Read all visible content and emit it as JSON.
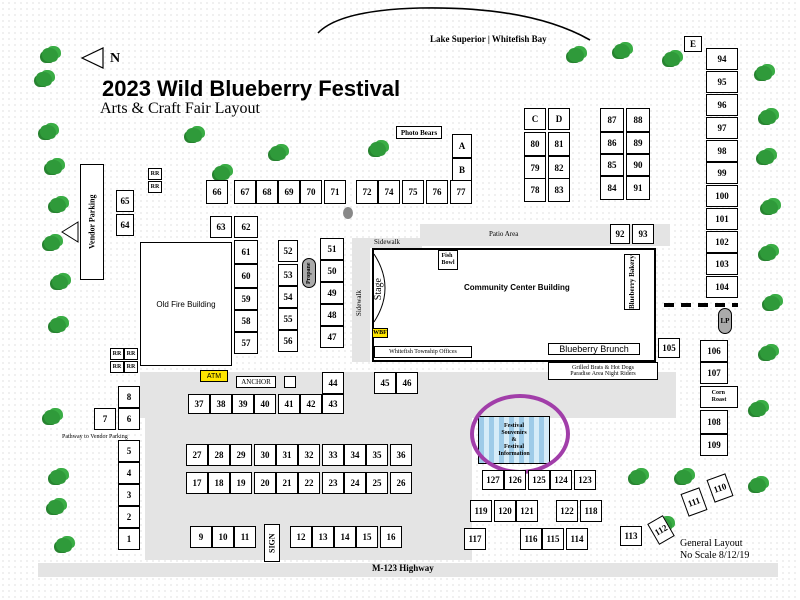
{
  "map": {
    "title": "2023  Wild Blueberry Festival",
    "subtitle": "Arts & Craft Fair Layout",
    "north": "N",
    "lake": "Lake Superior | Whitefish Bay",
    "highway": "M-123 Highway",
    "general_layout": "General Layout",
    "scale_note": "No Scale  8/12/19",
    "labels": {
      "photo_bears": "Photo Bears",
      "vendor_parking": "Vendor Parking",
      "old_fire_building": "Old Fire Building",
      "community_center": "Community Center Building",
      "fish_bowl": "Fish\nBowl",
      "blueberry_bakery": "Blueberry Bakery",
      "blueberry_brunch": "Blueberry Brunch",
      "whitefish_offices": "Whitefish Township Offices",
      "grilled_brats": "Grilled Brats & Hot Dogs",
      "paradise_riders": "Paradise Area Night Riders",
      "patio_area": "Patio Area",
      "sidewalk_h": "Sidewalk",
      "sidewalk_v": "Sidewalk",
      "stage": "Stage",
      "wbf": "WBF",
      "propane": "Propane",
      "atm": "ATM",
      "anchor": "ANCHOR",
      "corn_roast": "Corn\nRoast",
      "pathway": "Pathway to Vendor Parking",
      "sign": "SIGN",
      "festival_info": "Festival\nSouvenirs\n&\nFestival\nInformation",
      "lp": "LP",
      "rr": "RR"
    },
    "booths": {
      "top_row": [
        "66",
        "67",
        "68",
        "69",
        "70",
        "71",
        "72",
        "74",
        "75",
        "76",
        "77"
      ],
      "row_37": [
        "37",
        "38",
        "39",
        "40",
        "41",
        "42",
        "43"
      ],
      "row_27": [
        "27",
        "28",
        "29",
        "30",
        "31",
        "32",
        "33",
        "34",
        "35",
        "36"
      ],
      "row_17": [
        "17",
        "18",
        "19",
        "20",
        "21",
        "22",
        "23",
        "24",
        "25",
        "26"
      ],
      "row_9": [
        "9",
        "10",
        "11"
      ],
      "row_12": [
        "12",
        "13",
        "14",
        "15",
        "16"
      ],
      "col_left": [
        "8",
        "5",
        "4",
        "3",
        "2",
        "1"
      ],
      "col_right_top": [
        "94",
        "95",
        "96",
        "97",
        "98",
        "99",
        "100",
        "101",
        "102",
        "103",
        "104"
      ],
      "col_right_low": [
        "106",
        "107",
        "108",
        "109"
      ],
      "cd": [
        "C",
        "D",
        "80",
        "81",
        "79",
        "82",
        "78",
        "83"
      ],
      "block_87": [
        "87",
        "88",
        "86",
        "89",
        "85",
        "90",
        "84",
        "91"
      ],
      "misc": [
        "A",
        "B",
        "E",
        "65",
        "64",
        "63",
        "62",
        "61",
        "60",
        "59",
        "58",
        "57",
        "52",
        "53",
        "54",
        "55",
        "56",
        "51",
        "50",
        "49",
        "48",
        "47",
        "44",
        "45",
        "46",
        "92",
        "93",
        "105",
        "7",
        "6",
        "110",
        "111",
        "112",
        "113",
        "114",
        "115",
        "116",
        "117",
        "118",
        "119",
        "120",
        "121",
        "122",
        "123",
        "124",
        "125",
        "126",
        "127"
      ]
    }
  }
}
